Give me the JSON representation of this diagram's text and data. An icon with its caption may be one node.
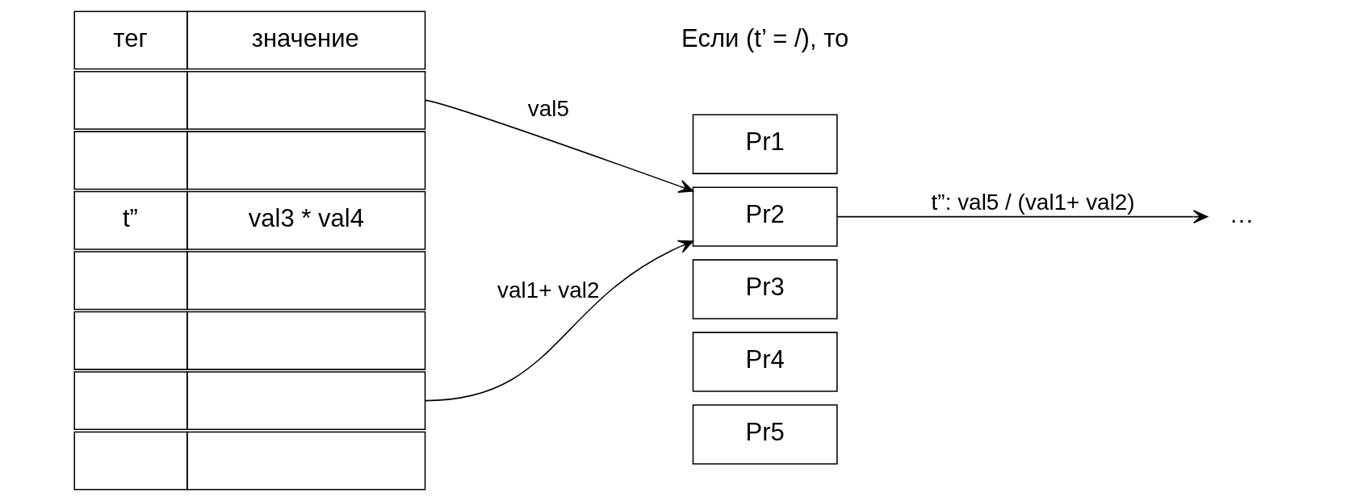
{
  "diagram": {
    "nodes": [
      {
        "text": [
          "тег",
          "значение"
        ]
      },
      {
        "text": [],
        "shape": "box"
      },
      {
        "text": [],
        "shape": "box"
      },
      {
        "text": [
          "t”",
          "val3 * val4"
        ]
      },
      {
        "text": [],
        "shape": "box"
      },
      {
        "text": [],
        "shape": "box"
      },
      {
        "text": [],
        "shape": "box"
      },
      {
        "text": [],
        "shape": "box"
      },
      {
        "text": [
          "Pr1"
        ]
      },
      {
        "text": [
          "Pr2"
        ]
      },
      {
        "text": [
          "Pr3"
        ]
      },
      {
        "text": [
          "Pr4"
        ]
      },
      {
        "text": [
          "Pr5"
        ]
      },
      {
        "text": [
          "…"
        ]
      }
    ],
    "edges": [
      {
        "from": 1,
        "to": 9,
        "arrow": "to",
        "label": "val5"
      },
      {
        "from": 6,
        "to": 9,
        "arrow": "to",
        "label": "val1+ val2"
      },
      {
        "from": 9,
        "to": 13,
        "arrow": "to",
        "label": "t”: val5 / (val1+ val2)"
      }
    ],
    "labels": [
      "Если (t’ = /), то"
    ]
  }
}
